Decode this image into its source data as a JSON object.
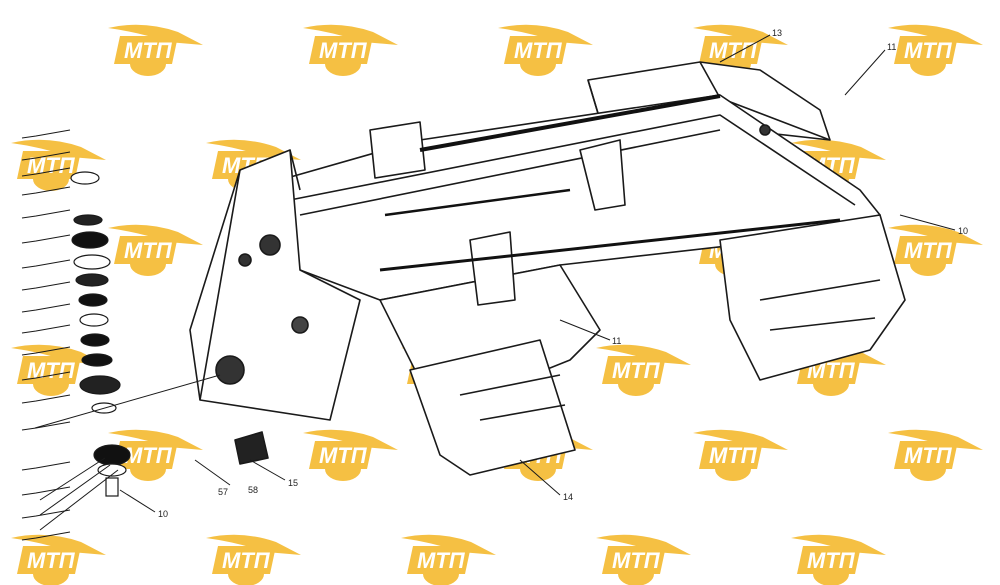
{
  "watermark": {
    "text": "МТП",
    "color": "#f4b82a",
    "text_color": "#ffffff"
  },
  "callouts": {
    "c13": "13",
    "c11_top": "11",
    "c11_mid": "11",
    "c10_right": "10",
    "c10_left": "10",
    "c14": "14",
    "c15": "15",
    "c57": "57",
    "c58": "58"
  },
  "colors": {
    "line": "#1a1a1a",
    "shadow": "#2b2b2b"
  }
}
